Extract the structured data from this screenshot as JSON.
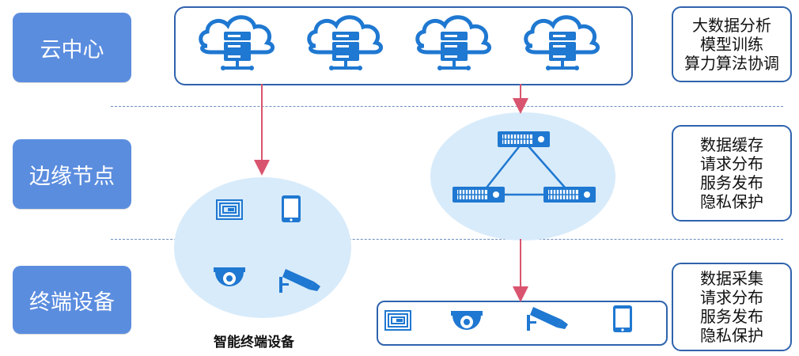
{
  "layers": {
    "cloud": "云中心",
    "edge": "边缘节点",
    "terminal": "终端设备"
  },
  "cloud_tasks": [
    "大数据分析",
    "模型训练",
    "算力算法协调"
  ],
  "edge_tasks": [
    "数据缓存",
    "请求分布",
    "服务发布",
    "隐私保护"
  ],
  "terminal_tasks": [
    "数据采集",
    "请求分布",
    "服务发布",
    "隐私保护"
  ],
  "caption": "智能终端设备",
  "colors": {
    "layer_fill": "#5b8ddf",
    "border": "#2f63ad",
    "icon": "#1f78d1",
    "arrow": "#d9546e",
    "ellipse": "#d8ebfa"
  }
}
